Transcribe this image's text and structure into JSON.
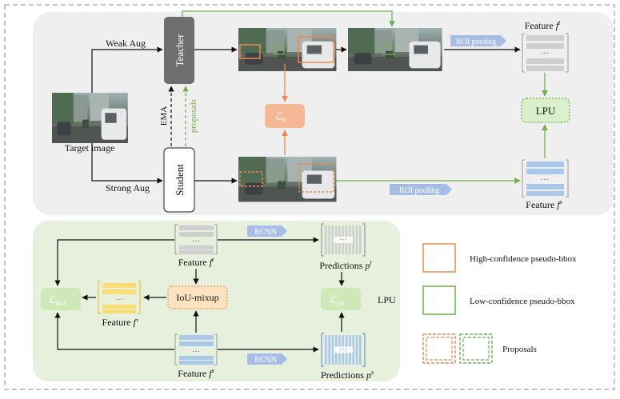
{
  "top": {
    "weak_aug": "Weak Aug",
    "strong_aug": "Strong Aug",
    "teacher": "Teacher",
    "student": "Student",
    "ema": "EMA",
    "proposals": "proposals",
    "target_image": "Target  image",
    "roi_pooling_top": "ROI pooling",
    "roi_pooling_bottom": "ROI pooling",
    "loss_h": "ℒ",
    "loss_h_sub": "h",
    "feature_t": "Feature ",
    "feature_t_sym": "f",
    "feature_t_sup": "t",
    "feature_s": "Feature ",
    "feature_s_sym": "f",
    "feature_s_sup": "s",
    "lpu": "LPU"
  },
  "bottom": {
    "feature_t": "Feature ",
    "feature_t_sym": "f",
    "feature_t_sup": "t",
    "feature_s": "Feature ",
    "feature_s_sym": "f",
    "feature_s_sup": "s",
    "feature_prime": "Feature ",
    "feature_prime_sym": "f′",
    "rcnn_top": "RCNN",
    "rcnn_bottom": "RCNN",
    "predictions_t": "Predictions ",
    "predictions_t_sym": "p",
    "predictions_t_sup": "t",
    "predictions_s": "Predictions ",
    "predictions_s_sym": "p",
    "predictions_s_sup": "s",
    "iou_mixup": "IoU-mixup",
    "loss_lscl": "ℒ",
    "loss_lscl_sub": "lscl",
    "loss_pst": "ℒ",
    "loss_pst_sub": "pst",
    "lpu_label": "LPU",
    "dots": "···"
  },
  "legend": {
    "high": "High-confidence pseudo-bbox",
    "low": "Low-confidence pseudo-bbox",
    "proposals": "Proposals"
  },
  "colors": {
    "orange": "#ee8a4a",
    "green": "#6fb24d",
    "blue_tag": "#a8bde6",
    "feature_gray": "#cfcfcf",
    "feature_blue": "#a9c8ea",
    "feature_yellow": "#fbdc73"
  }
}
